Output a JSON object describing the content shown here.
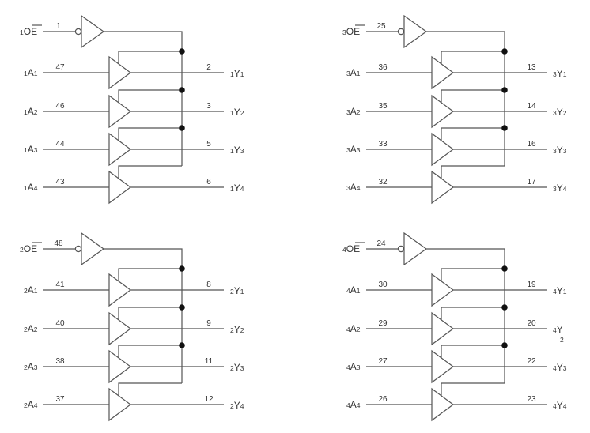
{
  "diagram": {
    "title": "Logic diagram (positive logic) - 16-bit buffer/driver, 4 groups",
    "colors": {
      "wire": "#555555",
      "junction": "#111111",
      "text": "#333333",
      "background": "#ffffff"
    },
    "groups": [
      {
        "id": 1,
        "enable": {
          "prefix": "1",
          "name": "OE",
          "inverted": true,
          "pin": "1"
        },
        "channels": [
          {
            "in_prefix": "1",
            "in_name": "A",
            "in_index": "1",
            "in_pin": "47",
            "out_pin": "2",
            "out_prefix": "1",
            "out_name": "Y",
            "out_index": "1"
          },
          {
            "in_prefix": "1",
            "in_name": "A",
            "in_index": "2",
            "in_pin": "46",
            "out_pin": "3",
            "out_prefix": "1",
            "out_name": "Y",
            "out_index": "2"
          },
          {
            "in_prefix": "1",
            "in_name": "A",
            "in_index": "3",
            "in_pin": "44",
            "out_pin": "5",
            "out_prefix": "1",
            "out_name": "Y",
            "out_index": "3"
          },
          {
            "in_prefix": "1",
            "in_name": "A",
            "in_index": "4",
            "in_pin": "43",
            "out_pin": "6",
            "out_prefix": "1",
            "out_name": "Y",
            "out_index": "4"
          }
        ]
      },
      {
        "id": 2,
        "enable": {
          "prefix": "2",
          "name": "OE",
          "inverted": true,
          "pin": "48"
        },
        "channels": [
          {
            "in_prefix": "2",
            "in_name": "A",
            "in_index": "1",
            "in_pin": "41",
            "out_pin": "8",
            "out_prefix": "2",
            "out_name": "Y",
            "out_index": "1"
          },
          {
            "in_prefix": "2",
            "in_name": "A",
            "in_index": "2",
            "in_pin": "40",
            "out_pin": "9",
            "out_prefix": "2",
            "out_name": "Y",
            "out_index": "2"
          },
          {
            "in_prefix": "2",
            "in_name": "A",
            "in_index": "3",
            "in_pin": "38",
            "out_pin": "11",
            "out_prefix": "2",
            "out_name": "Y",
            "out_index": "3"
          },
          {
            "in_prefix": "2",
            "in_name": "A",
            "in_index": "4",
            "in_pin": "37",
            "out_pin": "12",
            "out_prefix": "2",
            "out_name": "Y",
            "out_index": "4"
          }
        ]
      },
      {
        "id": 3,
        "enable": {
          "prefix": "3",
          "name": "OE",
          "inverted": true,
          "pin": "25"
        },
        "channels": [
          {
            "in_prefix": "3",
            "in_name": "A",
            "in_index": "1",
            "in_pin": "36",
            "out_pin": "13",
            "out_prefix": "3",
            "out_name": "Y",
            "out_index": "1"
          },
          {
            "in_prefix": "3",
            "in_name": "A",
            "in_index": "2",
            "in_pin": "35",
            "out_pin": "14",
            "out_prefix": "3",
            "out_name": "Y",
            "out_index": "2"
          },
          {
            "in_prefix": "3",
            "in_name": "A",
            "in_index": "3",
            "in_pin": "33",
            "out_pin": "16",
            "out_prefix": "3",
            "out_name": "Y",
            "out_index": "3"
          },
          {
            "in_prefix": "3",
            "in_name": "A",
            "in_index": "4",
            "in_pin": "32",
            "out_pin": "17",
            "out_prefix": "3",
            "out_name": "Y",
            "out_index": "4"
          }
        ]
      },
      {
        "id": 4,
        "enable": {
          "prefix": "4",
          "name": "OE",
          "inverted": true,
          "pin": "24"
        },
        "channels": [
          {
            "in_prefix": "4",
            "in_name": "A",
            "in_index": "1",
            "in_pin": "30",
            "out_pin": "19",
            "out_prefix": "4",
            "out_name": "Y",
            "out_index": "1"
          },
          {
            "in_prefix": "4",
            "in_name": "A",
            "in_index": "2",
            "in_pin": "29",
            "out_pin": "20",
            "out_prefix": "4",
            "out_name": "Y",
            "out_index": "2",
            "out_index_wrapped": true
          },
          {
            "in_prefix": "4",
            "in_name": "A",
            "in_index": "3",
            "in_pin": "27",
            "out_pin": "22",
            "out_prefix": "4",
            "out_name": "Y",
            "out_index": "3"
          },
          {
            "in_prefix": "4",
            "in_name": "A",
            "in_index": "4",
            "in_pin": "26",
            "out_pin": "23",
            "out_prefix": "4",
            "out_name": "Y",
            "out_index": "4"
          }
        ]
      }
    ]
  }
}
